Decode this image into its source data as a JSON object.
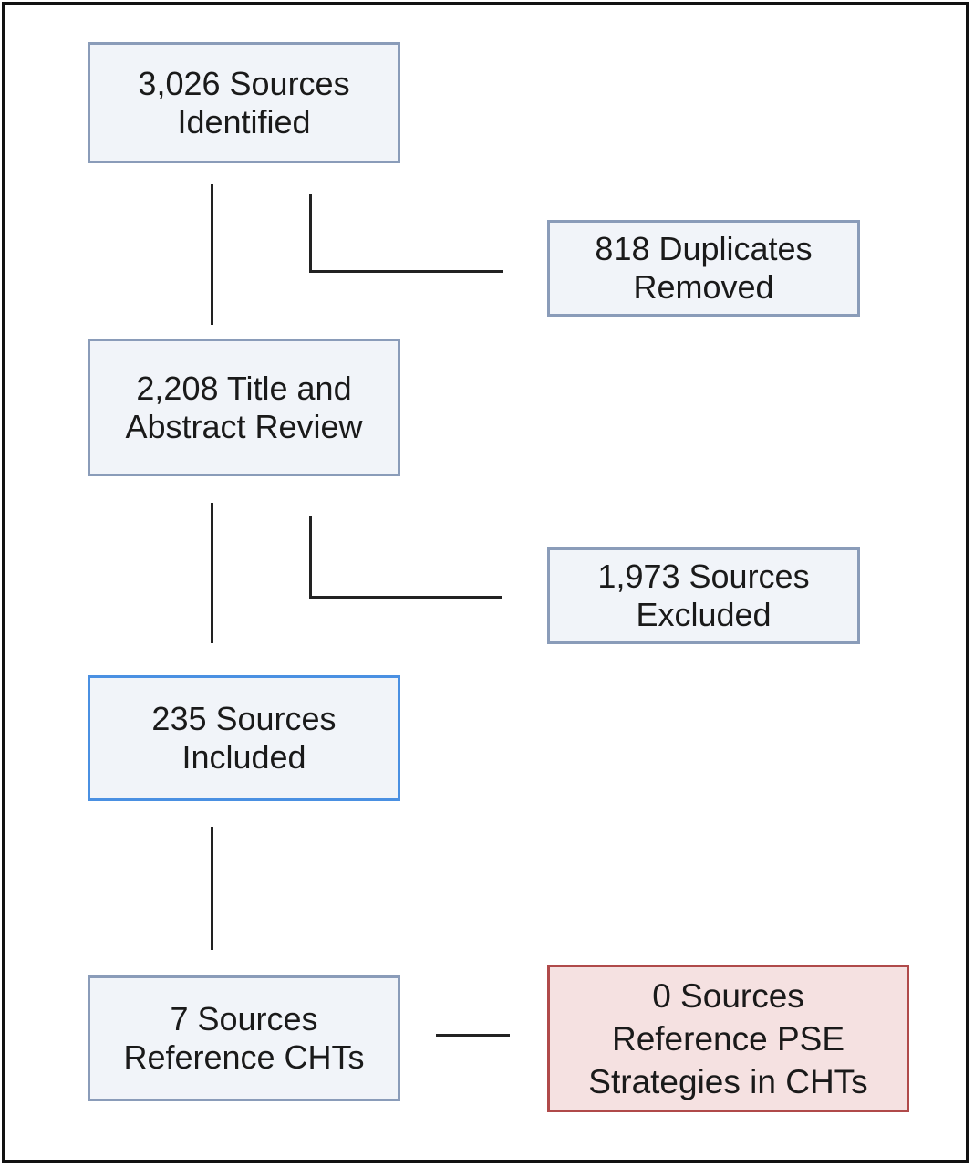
{
  "colors": {
    "box_fill": "#f1f4f9",
    "box_border": "#8a9cb9",
    "included_border": "#4a90e2",
    "final_fill": "#f5e1e1",
    "final_border": "#b04a4a",
    "connector": "#222222"
  },
  "boxes": {
    "identified": {
      "line1": "3,026 Sources",
      "line2": "Identified"
    },
    "duplicates": {
      "line1": "818 Duplicates",
      "line2": "Removed"
    },
    "title_abstract": {
      "line1": "2,208 Title and",
      "line2": "Abstract Review"
    },
    "excluded": {
      "line1": "1,973 Sources",
      "line2": "Excluded"
    },
    "included": {
      "line1": "235 Sources",
      "line2": "Included"
    },
    "cht": {
      "line1": "7 Sources",
      "line2": "Reference CHTs"
    },
    "pse": {
      "line1": "0 Sources",
      "line2": "Reference PSE",
      "line3": "Strategies in CHTs"
    }
  }
}
